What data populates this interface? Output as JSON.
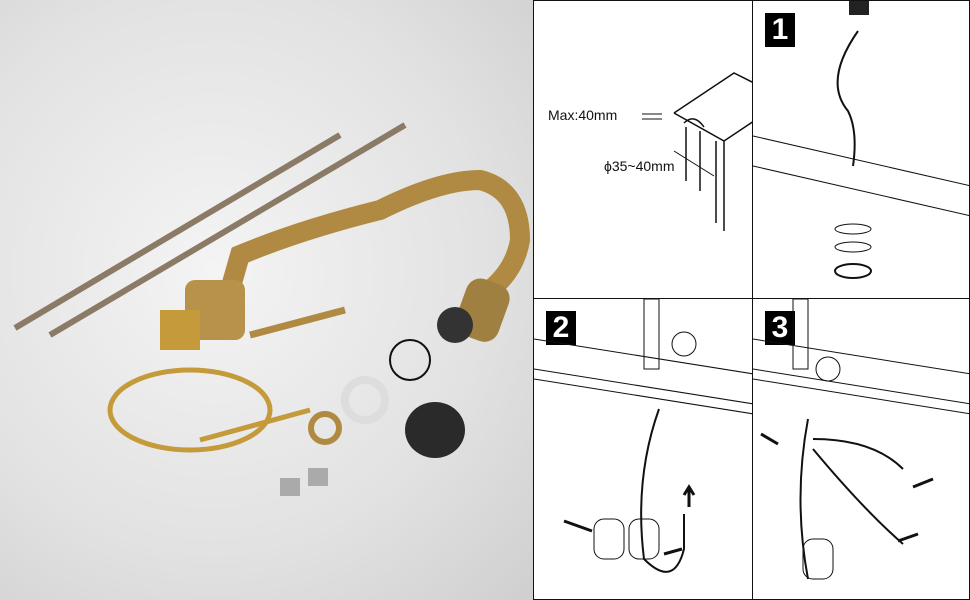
{
  "diagram": {
    "step0": {
      "max_label": "Max:40mm",
      "diameter_label": "ϕ35~40mm"
    },
    "step1": {
      "number": "1"
    },
    "step2": {
      "number": "2"
    },
    "step3": {
      "number": "3"
    }
  },
  "colors": {
    "brass": "#b08a42",
    "hose": "#8a7a66",
    "background": "#e6e6e6"
  }
}
